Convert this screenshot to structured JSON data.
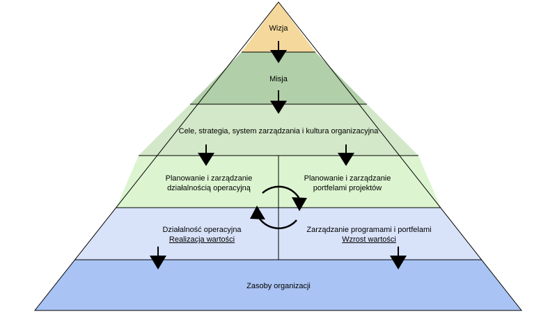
{
  "pyramid": {
    "levels": [
      {
        "label": "Wizja",
        "color": "#f5d89b"
      },
      {
        "label": "Misja",
        "color": "#b1cfa8"
      },
      {
        "label": "Cele, strategia, system zarządzania i kultura organizacyjna",
        "color": "#d2e8c8"
      },
      {
        "left_label": "Planowanie i zarządzanie działalnością operacyjną",
        "right_label": "Planowanie i zarządzanie portfelami projektów",
        "color": "#dcf5d0"
      },
      {
        "left_label": "Działalność operacyjna",
        "left_sublabel": "Realizacja wartości",
        "right_label": "Zarządzanie programami i portfelami",
        "right_sublabel": "Wzrost wartości",
        "color": "#d8e2f9"
      },
      {
        "label": "Zasoby organizacji",
        "color": "#a9c3f4"
      }
    ],
    "colors": {
      "outline": "#000000",
      "arrow": "#000000"
    },
    "icons": [
      "arrow-down-icon",
      "cycle-arrows-icon"
    ]
  }
}
